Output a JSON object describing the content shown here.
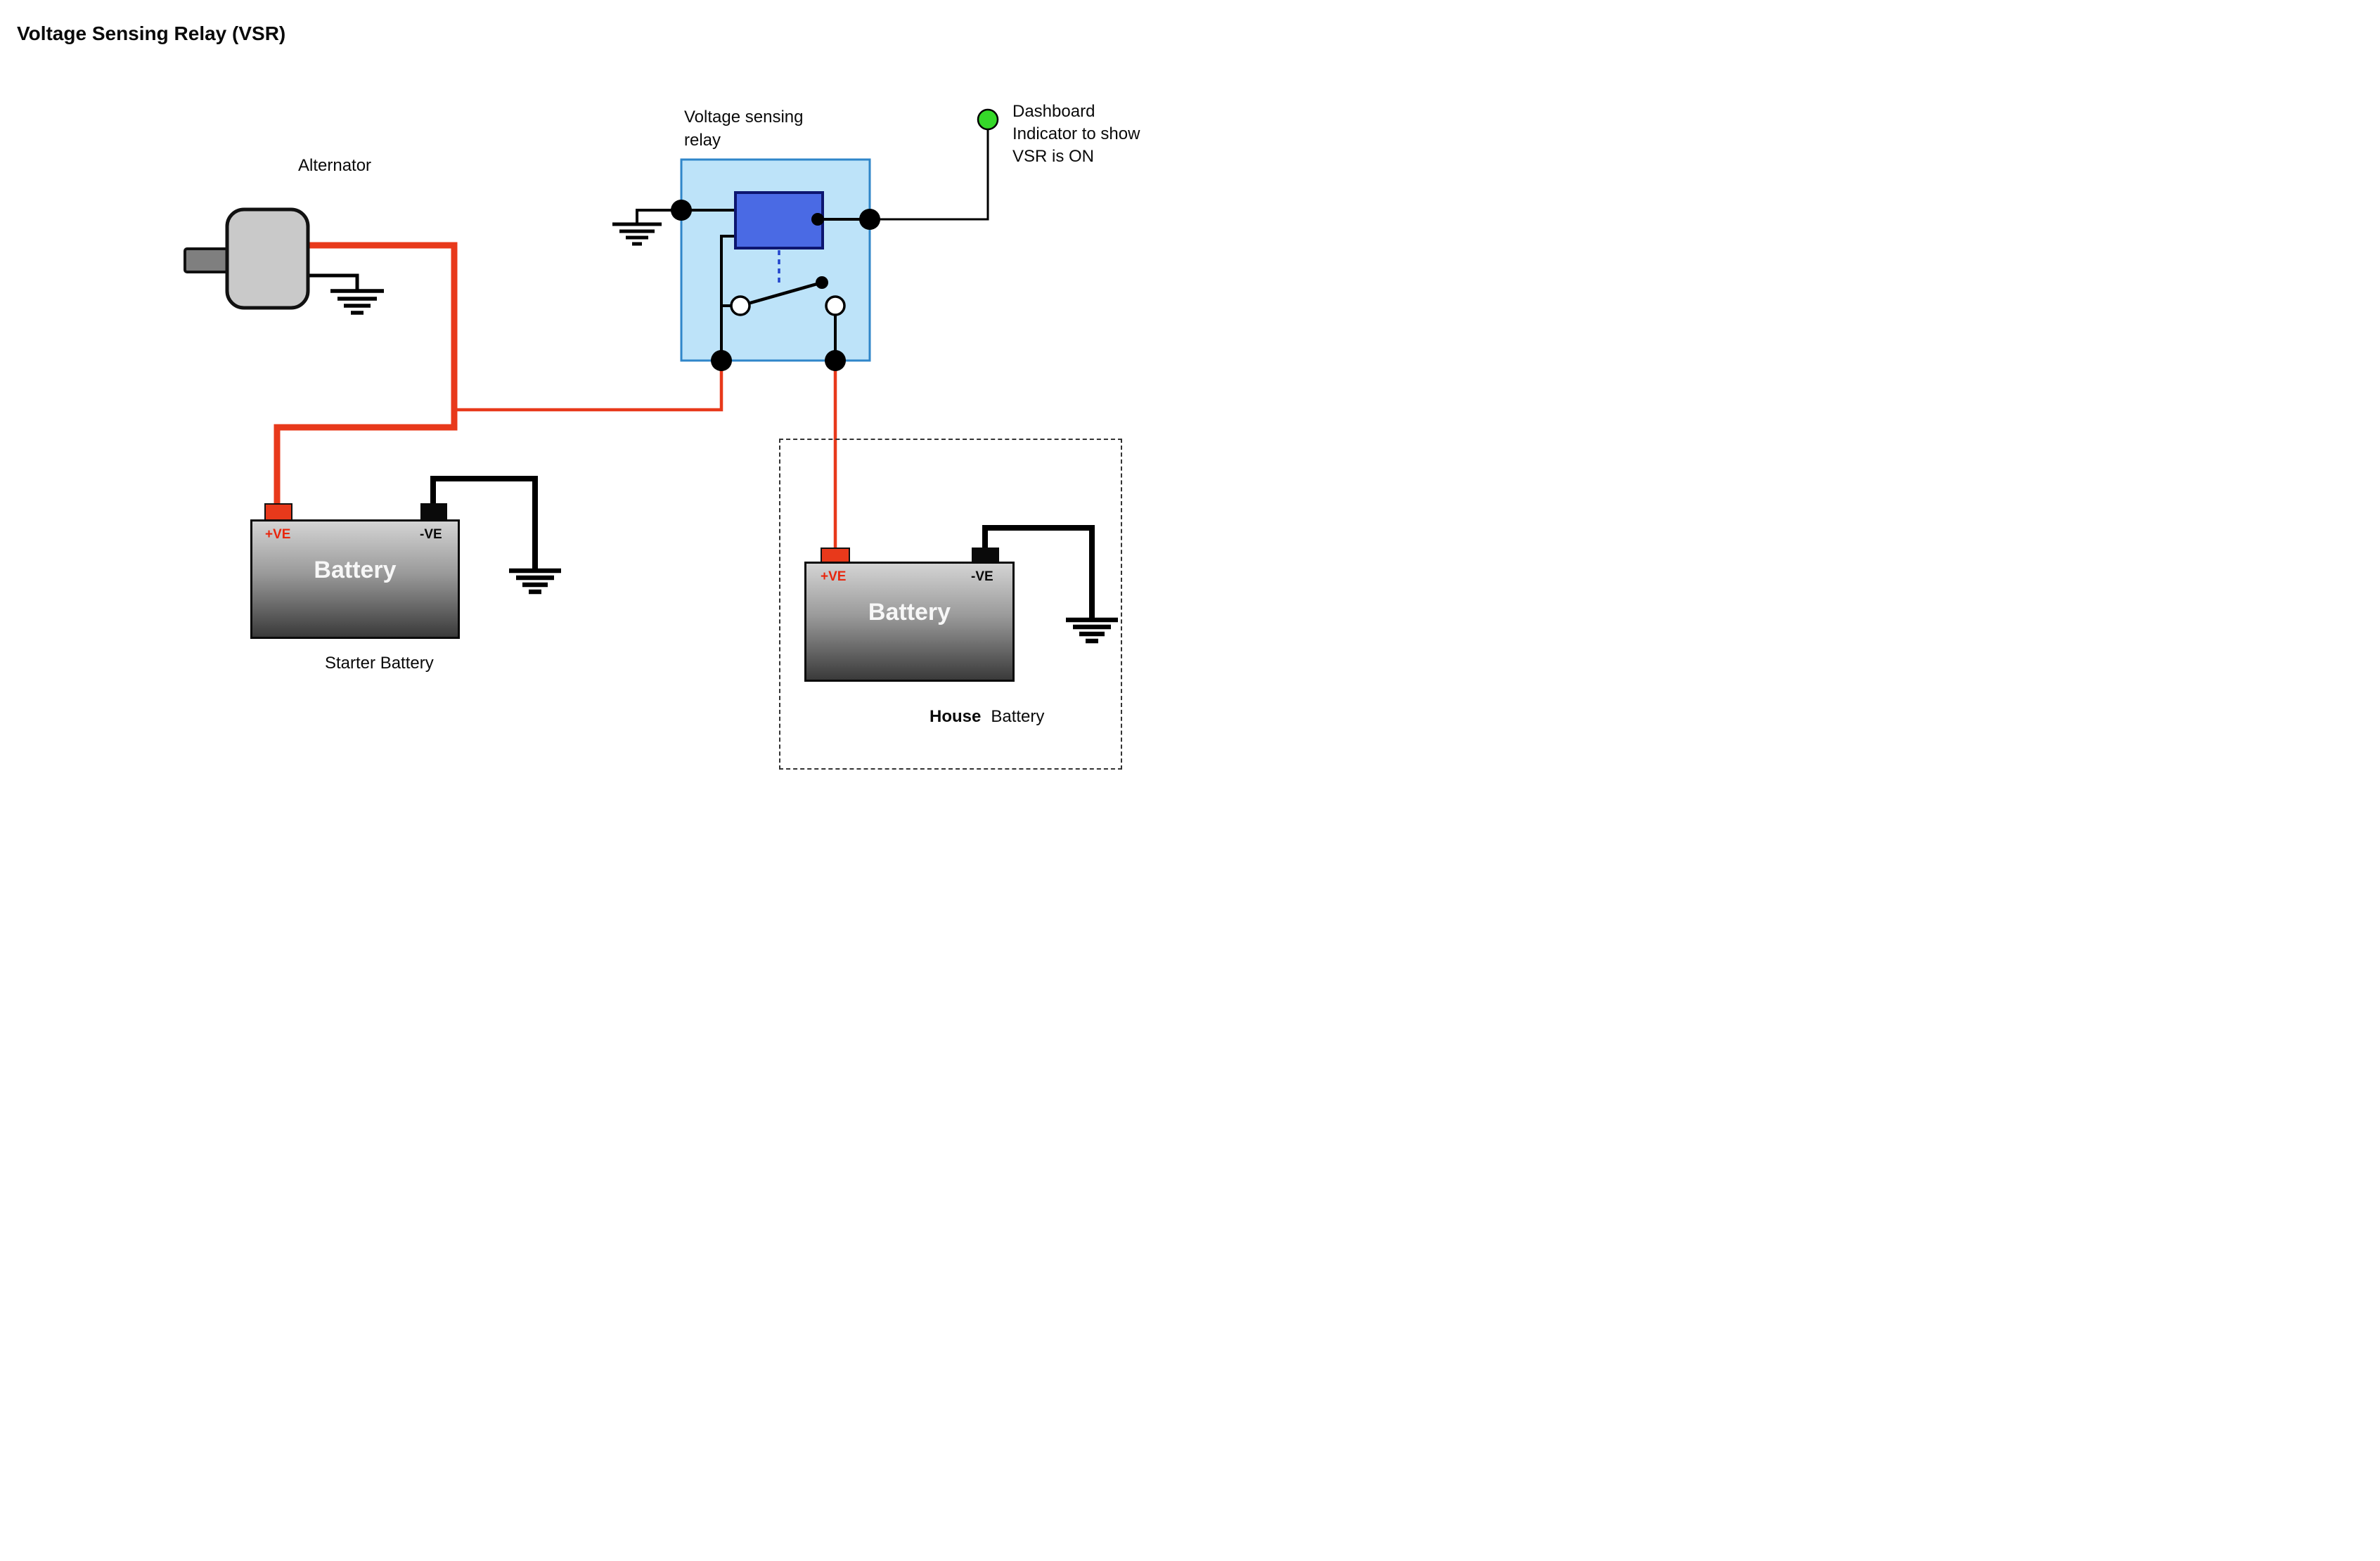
{
  "title": "Voltage Sensing Relay (VSR)",
  "alternator": {
    "label": "Alternator"
  },
  "vsr": {
    "label_line1": "Voltage sensing",
    "label_line2": "relay"
  },
  "indicator": {
    "line1": "Dashboard",
    "line2": "Indicator to show",
    "line3": "VSR is ON"
  },
  "starter_battery": {
    "pos": "+VE",
    "neg": "-VE",
    "name": "Battery",
    "caption": "Starter Battery"
  },
  "house_battery": {
    "pos": "+VE",
    "neg": "-VE",
    "name": "Battery",
    "caption_word1": "House",
    "caption_word2": "Battery"
  },
  "icons": {
    "ground": "ground-icon",
    "indicator_lamp": "green-status-dot"
  },
  "colors": {
    "wire_red": "#e8391b",
    "wire_black": "#000000",
    "vsr_fill": "#bde3f9",
    "vsr_border": "#2f86c9",
    "coil_fill": "#4a6ae4",
    "coil_border": "#0d1670",
    "indicator_green": "#35d829",
    "pos_label": "#e8260d"
  }
}
